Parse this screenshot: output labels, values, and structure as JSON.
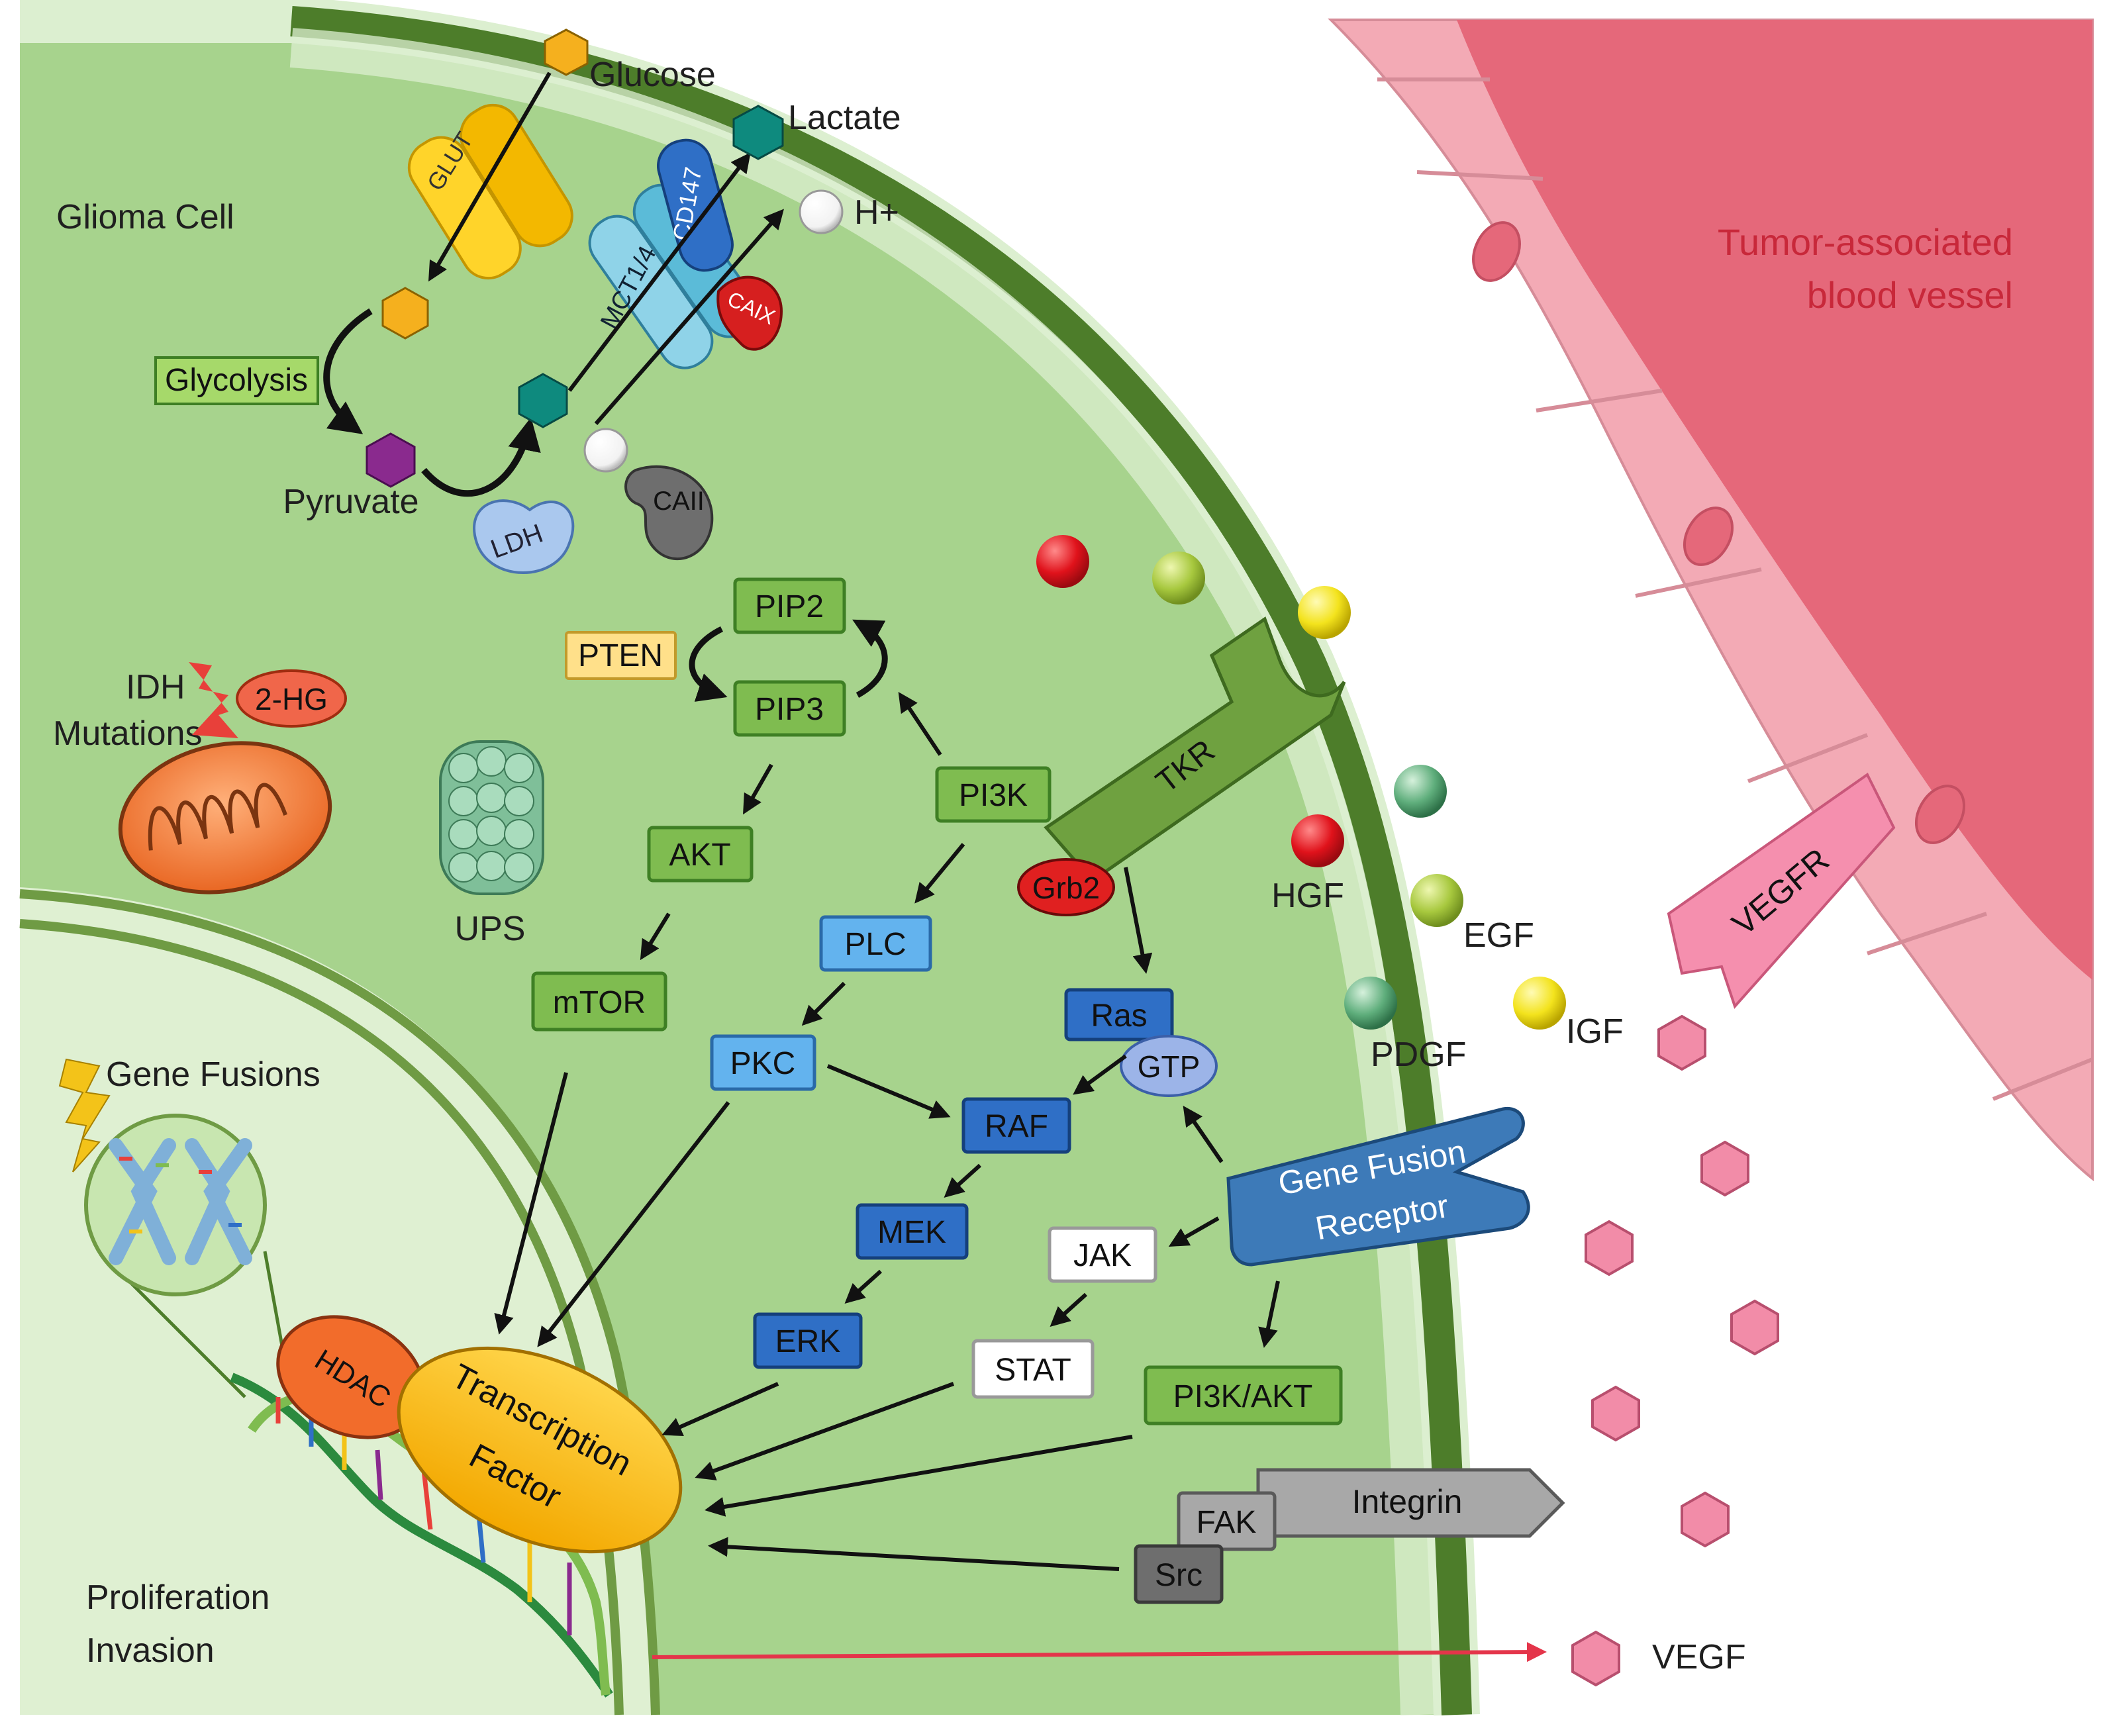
{
  "colors": {
    "cytoplasm": "#a7d38d",
    "cytoplasm_light": "#dcefd0",
    "membrane_dark": "#4d7d2a",
    "membrane_mid": "#6f9b44",
    "nucleus": "#dff0d2",
    "green_box": "#7fbc50",
    "green_box_border": "#3e7f24",
    "light_green_box": "#a6d96a",
    "blue_light_box": "#63b3ee",
    "blue_dark_box": "#2f6fc6",
    "white_box": "#ffffff",
    "gray_box": "#a0a0a0",
    "gray_dark_box": "#6e6e6e",
    "vessel": "#e5687a",
    "vessel_cell": "#f3aab5",
    "tf_yellow": "#ffc20e",
    "hdac_orange": "#f26c2b",
    "pten_yellow": "#ffe08a",
    "red_ball": "#e0121b",
    "green_ball": "#a7c83e",
    "yellow_ball": "#f3e31d",
    "teal_ball": "#5fae7c",
    "pink_hex": "#f28ca8",
    "arrow": "#111111",
    "red_arrow": "#e4354a"
  },
  "labels": {
    "glioma_cell": "Glioma Cell",
    "glucose": "Glucose",
    "lactate": "Lactate",
    "h_plus": "H+",
    "glut": "GLUT",
    "mct": "MCT1/4",
    "cd147": "CD147",
    "caix": "CAIX",
    "caii": "CAII",
    "ldh": "LDH",
    "glycolysis": "Glycolysis",
    "pyruvate": "Pyruvate",
    "idh": "IDH",
    "mutations": "Mutations",
    "two_hg": "2-HG",
    "ups": "UPS",
    "gene_fusions": "Gene Fusions",
    "tumor_vessel_1": "Tumor-associated",
    "tumor_vessel_2": "blood vessel",
    "tkr": "TKR",
    "grb2": "Grb2",
    "vegfr": "VEGFR",
    "hgf": "HGF",
    "egf": "EGF",
    "pdgf": "PDGF",
    "igf": "IGF",
    "vegf": "VEGF",
    "gene_fusion_receptor_1": "Gene Fusion",
    "gene_fusion_receptor_2": "Receptor",
    "integrin": "Integrin",
    "fak": "FAK",
    "src": "Src",
    "hdac": "HDAC",
    "transcription": "Transcription",
    "factor": "Factor",
    "proliferation": "Proliferation",
    "invasion": "Invasion"
  },
  "boxes": {
    "pip2": "PIP2",
    "pip3": "PIP3",
    "pten": "PTEN",
    "pi3k": "PI3K",
    "akt": "AKT",
    "mtor": "mTOR",
    "plc": "PLC",
    "pkc": "PKC",
    "ras": "Ras",
    "gtp": "GTP",
    "raf": "RAF",
    "mek": "MEK",
    "erk": "ERK",
    "jak": "JAK",
    "stat": "STAT",
    "pi3k_akt": "PI3K/AKT"
  }
}
